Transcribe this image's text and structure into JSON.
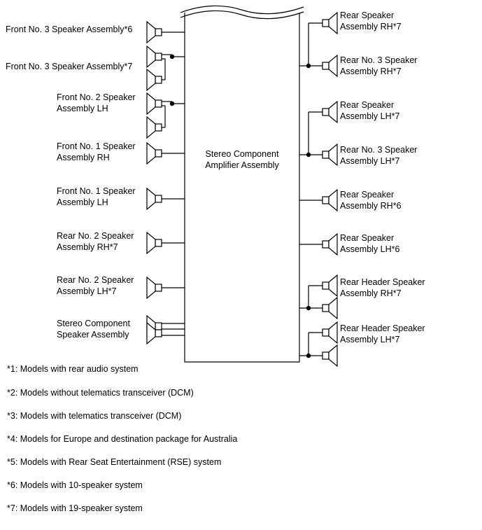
{
  "amplifier": {
    "line1": "Stereo Component",
    "line2": "Amplifier Assembly"
  },
  "left_labels": [
    {
      "line1": "Front No. 3 Speaker Assembly*6",
      "line2": ""
    },
    {
      "line1": "Front No. 3 Speaker Assembly*7",
      "line2": ""
    },
    {
      "line1": "Front No. 2 Speaker",
      "line2": "Assembly LH"
    },
    {
      "line1": "Front No. 1 Speaker",
      "line2": "Assembly RH"
    },
    {
      "line1": "Front No. 1 Speaker",
      "line2": "Assembly LH"
    },
    {
      "line1": "Rear No. 2 Speaker",
      "line2": "Assembly RH*7"
    },
    {
      "line1": "Rear No. 2 Speaker",
      "line2": "Assembly LH*7"
    },
    {
      "line1": "Stereo Component",
      "line2": "Speaker Assembly"
    }
  ],
  "right_labels": [
    {
      "line1": "Rear Speaker",
      "line2": "Assembly RH*7"
    },
    {
      "line1": "Rear No. 3 Speaker",
      "line2": "Assembly RH*7"
    },
    {
      "line1": "Rear Speaker",
      "line2": "Assembly LH*7"
    },
    {
      "line1": "Rear No. 3 Speaker",
      "line2": "Assembly LH*7"
    },
    {
      "line1": "Rear Speaker",
      "line2": "Assembly RH*6"
    },
    {
      "line1": "Rear Speaker",
      "line2": "Assembly LH*6"
    },
    {
      "line1": "Rear Header Speaker",
      "line2": "Assembly RH*7"
    },
    {
      "line1": "Rear Header Speaker",
      "line2": "Assembly LH*7"
    }
  ],
  "notes": [
    "*1: Models with rear audio system",
    "*2: Models without telematics transceiver (DCM)",
    "*3: Models with telematics transceiver (DCM)",
    "*4: Models for Europe and destination package for Australia",
    "*5: Models with Rear Seat Entertainment (RSE) system",
    "*6: Models with 10-speaker system",
    "*7: Models with 19-speaker system"
  ]
}
